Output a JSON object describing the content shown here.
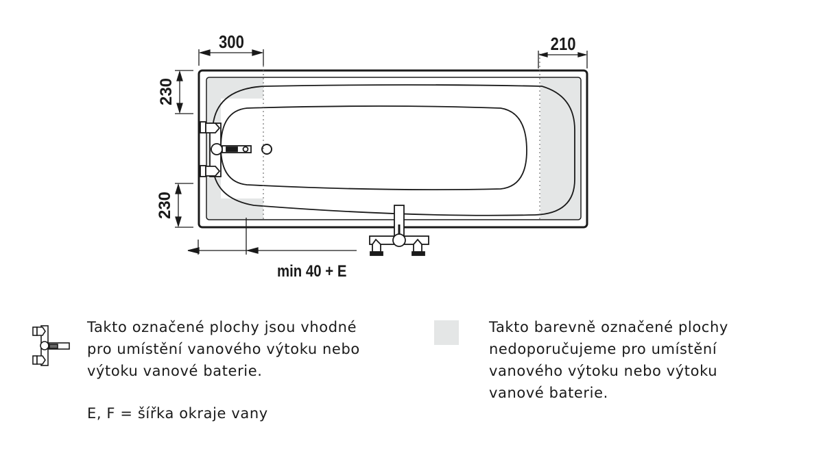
{
  "diagram": {
    "subject": "bathtub top view with faucet placement zones",
    "dimensions": {
      "top_left": "300",
      "top_right": "210",
      "left_upper": "230",
      "left_lower": "230",
      "bottom": "min 40 + E"
    },
    "colors": {
      "line": "#1a1a1a",
      "restricted_zone": "#e4e6e6",
      "background": "#ffffff"
    }
  },
  "legend": {
    "suitable": {
      "icon": "faucet-icon",
      "lines": [
        "Takto označené plochy jsou vhodné",
        "pro umístění vanového výtoku nebo",
        "výtoku vanové baterie."
      ]
    },
    "note": "E, F = šířka okraje vany",
    "not_recommended": {
      "swatch_color": "#e4e6e6",
      "lines": [
        "Takto barevně označené plochy",
        "nedoporučujeme pro umístění",
        "vanového výtoku nebo výtoku",
        "vanové baterie."
      ]
    }
  }
}
